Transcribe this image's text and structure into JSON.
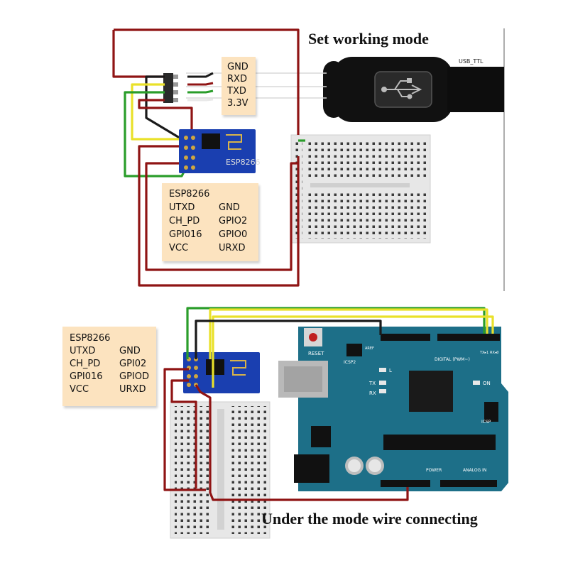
{
  "titles": {
    "top": "Set working mode",
    "bottom": "Under the mode wire connecting"
  },
  "usb_adapter": {
    "label": "USB_TTL",
    "pins": [
      "GND",
      "RXD",
      "TXD",
      "3.3V"
    ]
  },
  "esp_module": {
    "silkscreen": "ESP8266"
  },
  "pinout_top": {
    "title": "ESP8266",
    "rows": [
      [
        "UTXD",
        "GND"
      ],
      [
        "CH_PD",
        "GPIO2"
      ],
      [
        "GPI016",
        "GPIO0"
      ],
      [
        "VCC",
        "URXD"
      ]
    ]
  },
  "pinout_bottom": {
    "title": "ESP8266",
    "rows": [
      [
        "UTXD",
        "GND"
      ],
      [
        "CH_PD",
        "GPI02"
      ],
      [
        "GPI016",
        "GPIOD"
      ],
      [
        "VCC",
        "URXD"
      ]
    ]
  },
  "arduino": {
    "reset_label": "RESET",
    "icsp2_label": "ICSP2",
    "icsp_label": "ICSP",
    "digital_label": "DIGITAL (PWM~)",
    "power_label": "POWER",
    "analog_label": "ANALOG IN",
    "led_l": "L",
    "led_tx": "TX",
    "led_rx": "RX",
    "led_on": "ON",
    "aref_label": "AREF",
    "txd_label": "TX▸1",
    "rxd_label": "RX◂0"
  },
  "colors": {
    "wire_red": "#8f1414",
    "wire_yellow": "#e9e12a",
    "wire_green": "#2a9d2a",
    "wire_black": "#1a1a1a",
    "board_teal": "#1d6f88",
    "esp_blue": "#1a3fb0",
    "note_bg": "#fce3bf"
  }
}
